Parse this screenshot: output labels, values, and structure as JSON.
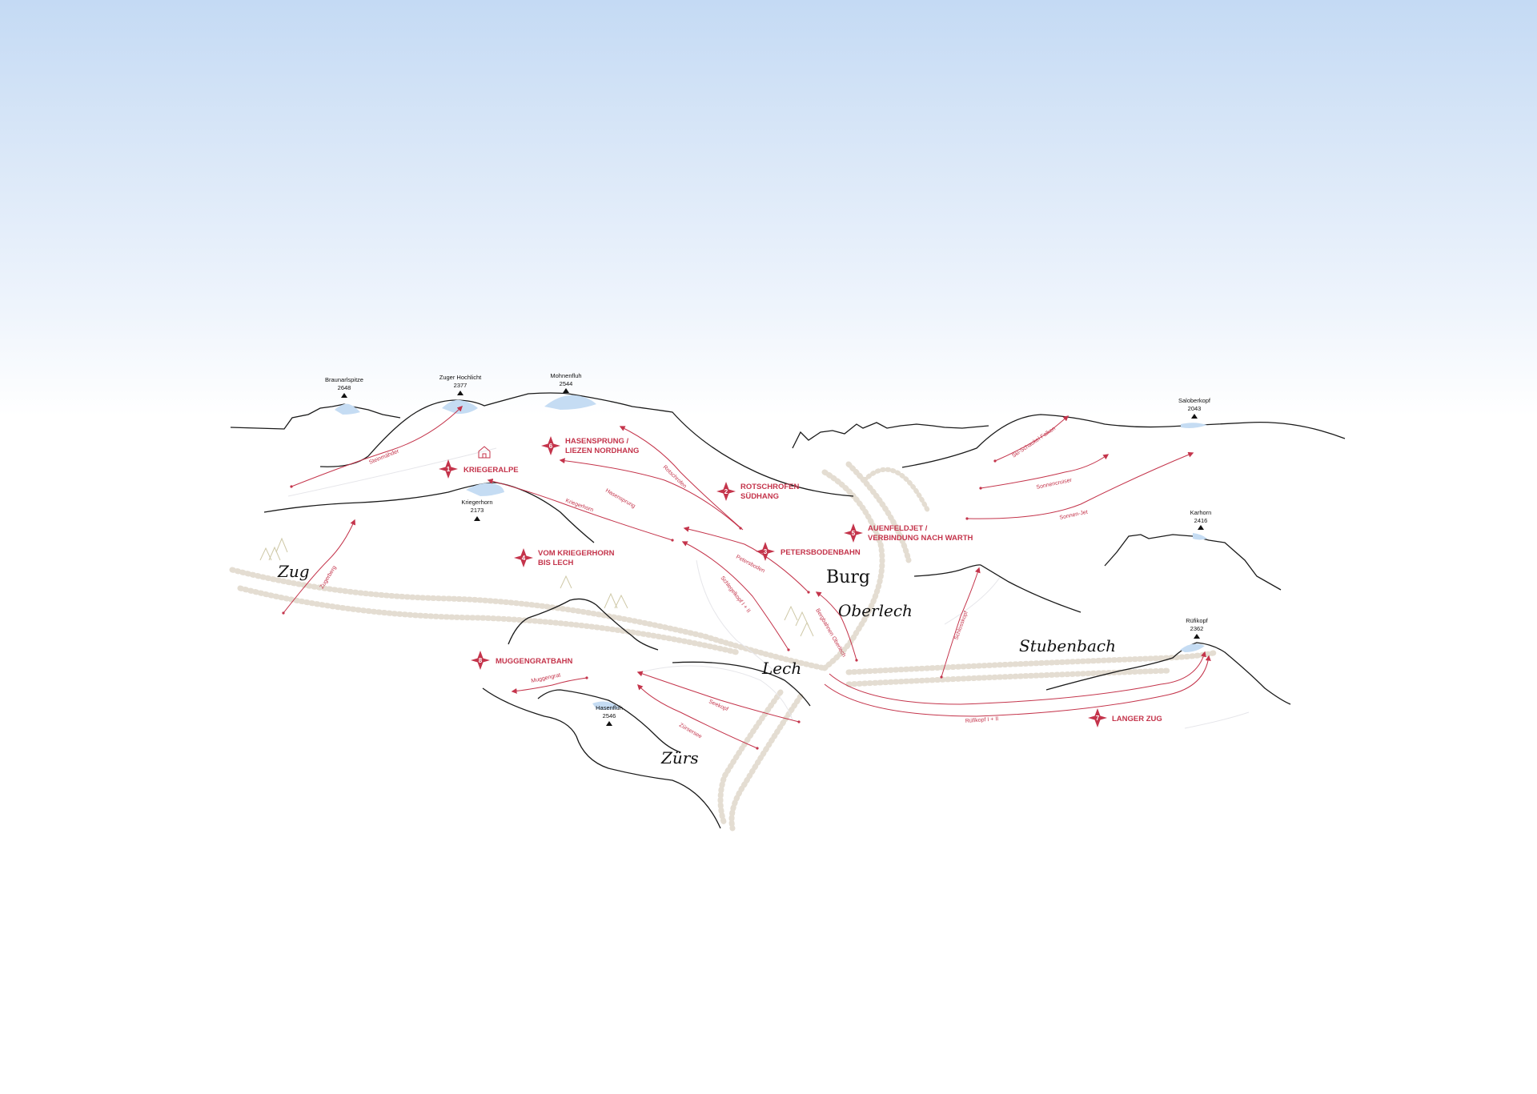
{
  "colors": {
    "accent": "#c4344b",
    "ridge": "#1a1a1a",
    "snow": "#c5dcf3",
    "dotted_area": "#e4ddd2",
    "tree": "#cfc9a8",
    "sky_top": "#c4daf4"
  },
  "peaks": [
    {
      "name": "Braunarlspitze",
      "elevation": "2648"
    },
    {
      "name": "Zuger Hochlicht",
      "elevation": "2377"
    },
    {
      "name": "Mohnenfluh",
      "elevation": "2544"
    },
    {
      "name": "Kriegerhorn",
      "elevation": "2173"
    },
    {
      "name": "Saloberkopf",
      "elevation": "2043"
    },
    {
      "name": "Karhorn",
      "elevation": "2416"
    },
    {
      "name": "Rüfikopf",
      "elevation": "2362"
    },
    {
      "name": "Hasenfluh",
      "elevation": "2546"
    }
  ],
  "villages": [
    "Zug",
    "Burg",
    "Oberlech",
    "Lech",
    "Stubenbach",
    "Zürs"
  ],
  "points_of_interest": [
    {
      "number": "1",
      "lines": [
        "KRIEGERALPE"
      ]
    },
    {
      "number": "2",
      "lines": [
        "ROTSCHROFEN",
        "SÜDHANG"
      ]
    },
    {
      "number": "3",
      "lines": [
        "PETERSBODENBAHN"
      ]
    },
    {
      "number": "4",
      "lines": [
        "VOM KRIEGERHORN",
        "BIS LECH"
      ]
    },
    {
      "number": "5",
      "lines": [
        "AUENFELDJET /",
        "VERBINDUNG NACH WARTH"
      ]
    },
    {
      "number": "6",
      "lines": [
        "HASENSPRUNG /",
        "LIEZEN NORDHANG"
      ]
    },
    {
      "number": "7",
      "lines": [
        "LANGER ZUG"
      ]
    },
    {
      "number": "8",
      "lines": [
        "MUGGENGRATBAHN"
      ]
    }
  ],
  "lifts": [
    "Steinmähder",
    "Zugerberg",
    "Kriegerhorn",
    "Hasensprung",
    "Rotschrofen",
    "Petersboden",
    "Schlegelkopf I + II",
    "Bergbahnen Oberlech",
    "Schlosskopf",
    "Ski-Schaukel Falken",
    "Sonnencruiser",
    "Sonnen-Jet",
    "Rüfikopf I + II",
    "Muggengrat",
    "Seekopf",
    "Zürsersee"
  ]
}
